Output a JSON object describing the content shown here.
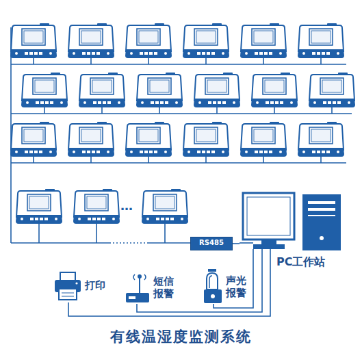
{
  "diagram": {
    "title": "有线温湿度监测系统",
    "nodes": [
      {
        "text": [
          "RS485"
        ]
      },
      {
        "text": [
          "PC工作站"
        ]
      },
      {
        "text": [
          "打印"
        ]
      },
      {
        "text": [
          "短信 报警"
        ]
      },
      {
        "text": [
          "声光 报警"
        ]
      }
    ],
    "edges": [
      {
        "from": 0,
        "to": 1,
        "arrow": "none"
      },
      {
        "from": 1,
        "to": 4,
        "arrow": "none"
      },
      {
        "from": 1,
        "to": 3,
        "arrow": "none"
      },
      {
        "from": 1,
        "to": 2,
        "arrow": "none"
      }
    ],
    "labels": [
      "…"
    ]
  }
}
